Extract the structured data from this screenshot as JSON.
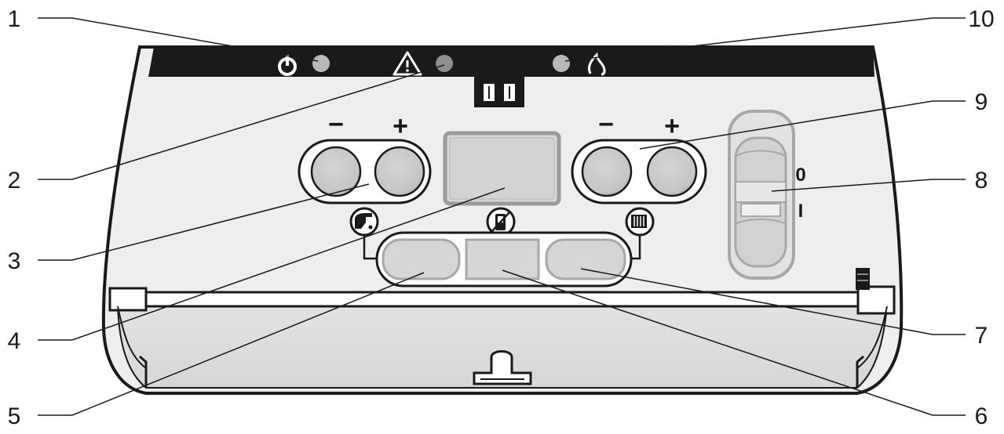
{
  "callouts": {
    "c1": "1",
    "c2": "2",
    "c3": "3",
    "c4": "4",
    "c5": "5",
    "c6": "6",
    "c7": "7",
    "c8": "8",
    "c9": "9",
    "c10": "10"
  },
  "symbols": {
    "dhw_minus": "−",
    "dhw_plus": "+",
    "heat_minus": "−",
    "heat_plus": "+",
    "switch_off": "0",
    "switch_on": "I"
  },
  "indicator_icons": [
    "power-icon",
    "warning-icon",
    "flame-icon"
  ],
  "function_icons": [
    "tap-icon",
    "phone-icon",
    "radiator-icon"
  ],
  "colors": {
    "top_band": "#1a1a1a",
    "panel_fill": "#ececec",
    "indicator_lamp": "#b9b9b9",
    "button_fill": "#c9c9c9",
    "display_fill": "#d6d6d6"
  }
}
